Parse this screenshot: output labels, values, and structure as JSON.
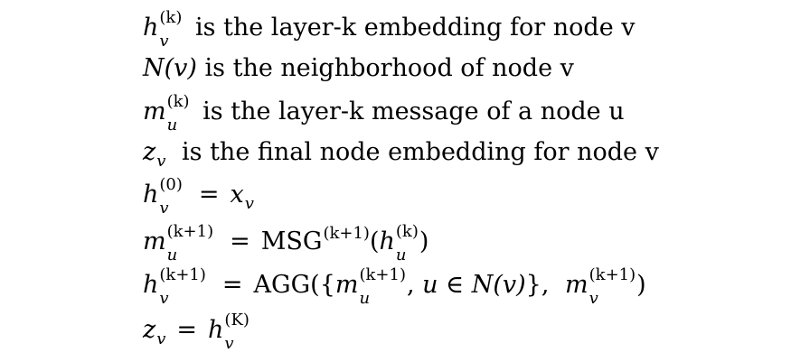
{
  "definitions": [
    {
      "sym_base": "h",
      "sym_sub": "v",
      "sym_sup": "(k)",
      "text": "is the layer-k embedding for node v"
    },
    {
      "sym_full": "N(v)",
      "text": "is the neighborhood of node v"
    },
    {
      "sym_base": "m",
      "sym_sub": "u",
      "sym_sup": "(k)",
      "text": "is the layer-k message of a node u"
    },
    {
      "sym_base": "z",
      "sym_sub": "v",
      "text": "is the final node embedding for node v"
    }
  ],
  "equations": {
    "eq1": {
      "lhs_base": "h",
      "lhs_sub": "v",
      "lhs_sup": "(0)",
      "rhs_base": "x",
      "rhs_sub": "v"
    },
    "eq2": {
      "lhs_base": "m",
      "lhs_sub": "u",
      "lhs_sup": "(k+1)",
      "func": "MSG",
      "func_sup": "(k+1)",
      "arg_base": "h",
      "arg_sub": "u",
      "arg_sup": "(k)"
    },
    "eq3": {
      "lhs_base": "h",
      "lhs_sub": "v",
      "lhs_sup": "(k+1)",
      "func": "AGG",
      "m1_base": "m",
      "m1_sub": "u",
      "m1_sup": "(k+1)",
      "set_cond": "u ∈ N(v)",
      "m2_base": "m",
      "m2_sub": "v",
      "m2_sup": "(k+1)"
    },
    "eq4": {
      "lhs_base": "z",
      "lhs_sub": "v",
      "rhs_base": "h",
      "rhs_sub": "v",
      "rhs_sup": "(K)"
    }
  },
  "symbols": {
    "equals": "=",
    "open_paren": "(",
    "close_paren": ")",
    "open_brace": "({",
    "close_brace": "},",
    "comma": ","
  }
}
